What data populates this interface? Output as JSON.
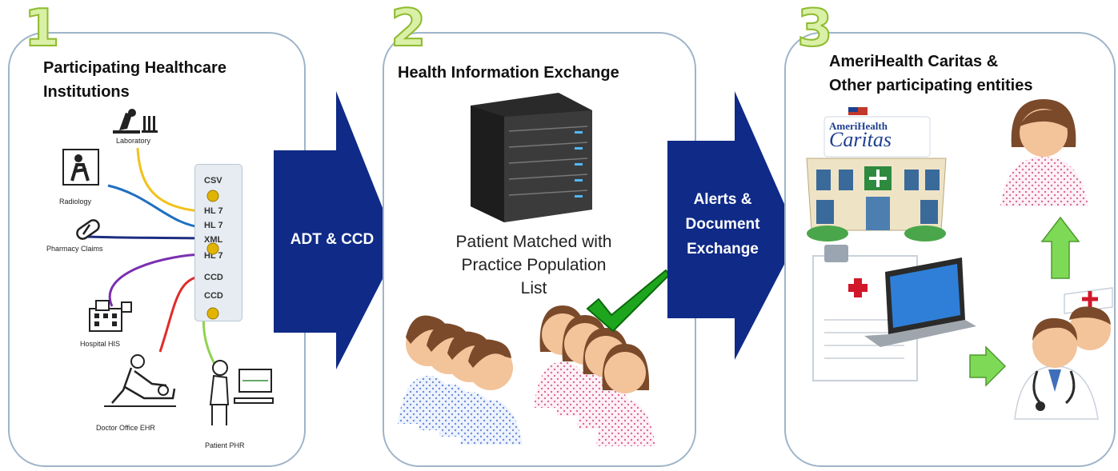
{
  "step1": {
    "number": "1",
    "title_line1": "Participating Healthcare",
    "title_line2": "Institutions",
    "sources": {
      "laboratory": "Laboratory",
      "radiology": "Radiology",
      "pharmacy": "Pharmacy Claims",
      "hospital": "Hospital HIS",
      "doctor": "Doctor Office EHR",
      "patient": "Patient PHR"
    },
    "formats": [
      "CSV",
      "HL 7",
      "HL 7",
      "XML",
      "HL 7",
      "CCD",
      "CCD"
    ]
  },
  "arrow1": {
    "label": "ADT & CCD"
  },
  "step2": {
    "number": "2",
    "title": "Health Information Exchange",
    "caption_line1": "Patient Matched with",
    "caption_line2": "Practice Population",
    "caption_line3": "List"
  },
  "arrow2": {
    "line1": "Alerts &",
    "line2": "Document",
    "line3": "Exchange"
  },
  "step3": {
    "number": "3",
    "title_line1": "AmeriHealth Caritas &",
    "title_line2": "Other participating entities",
    "logo_brand": "AmeriHealth",
    "logo_name": "Caritas"
  },
  "colors": {
    "panel_border": "#9fb4c8",
    "arrow_blue": "#0f2a87",
    "number_green": "#8dbb2e",
    "green_arrow": "#7ed957"
  }
}
